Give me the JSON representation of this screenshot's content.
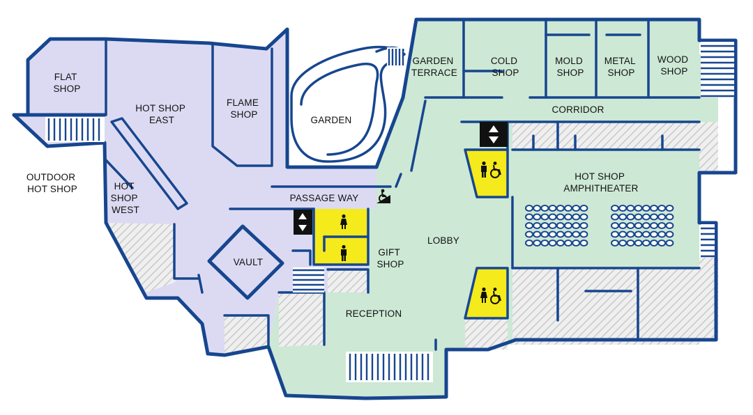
{
  "map": {
    "rooms": [
      {
        "id": "flat_shop",
        "lines": [
          "FLAT",
          "SHOP"
        ]
      },
      {
        "id": "hot_shop_east",
        "lines": [
          "HOT SHOP",
          "EAST"
        ]
      },
      {
        "id": "flame_shop",
        "lines": [
          "FLAME",
          "SHOP"
        ]
      },
      {
        "id": "garden",
        "lines": [
          "GARDEN"
        ]
      },
      {
        "id": "garden_terrace",
        "lines": [
          "GARDEN",
          "TERRACE"
        ]
      },
      {
        "id": "cold_shop",
        "lines": [
          "COLD",
          "SHOP"
        ]
      },
      {
        "id": "mold_shop",
        "lines": [
          "MOLD",
          "SHOP"
        ]
      },
      {
        "id": "metal_shop",
        "lines": [
          "METAL",
          "SHOP"
        ]
      },
      {
        "id": "wood_shop",
        "lines": [
          "WOOD",
          "SHOP"
        ]
      },
      {
        "id": "corridor",
        "lines": [
          "CORRIDOR"
        ]
      },
      {
        "id": "outdoor_hot_shop",
        "lines": [
          "OUTDOOR",
          "HOT SHOP"
        ]
      },
      {
        "id": "hot_shop_west",
        "lines": [
          "HOT",
          "SHOP",
          "WEST"
        ]
      },
      {
        "id": "passage_way",
        "lines": [
          "PASSAGE WAY"
        ]
      },
      {
        "id": "hot_shop_amphitheater",
        "lines": [
          "HOT SHOP",
          "AMPHITHEATER"
        ]
      },
      {
        "id": "vault",
        "lines": [
          "VAULT"
        ]
      },
      {
        "id": "lobby",
        "lines": [
          "LOBBY"
        ]
      },
      {
        "id": "gift_shop",
        "lines": [
          "GIFT",
          "SHOP"
        ]
      },
      {
        "id": "reception",
        "lines": [
          "RECEPTION"
        ]
      }
    ],
    "zone_colors": {
      "hot_shops": "#dcdaf2",
      "public": "#cde8d5",
      "restroom": "#f5ea1b",
      "elevator": "#111111",
      "service": "#efefef",
      "hatch": "#c8c8c8",
      "walls": "#17468f",
      "stairs": "#ffffff"
    },
    "icons": {
      "elevator": "elevator-icon",
      "accessible_ramp": "accessible-ramp-icon",
      "womens_restroom": "womens-restroom-icon",
      "mens_restroom": "mens-restroom-icon",
      "all_gender_accessible_restroom": "all-gender-accessible-restroom-icon"
    },
    "amphitheater_seating": {
      "blocks": 2,
      "rows_per_block": 5,
      "seats_per_row": 8
    }
  }
}
